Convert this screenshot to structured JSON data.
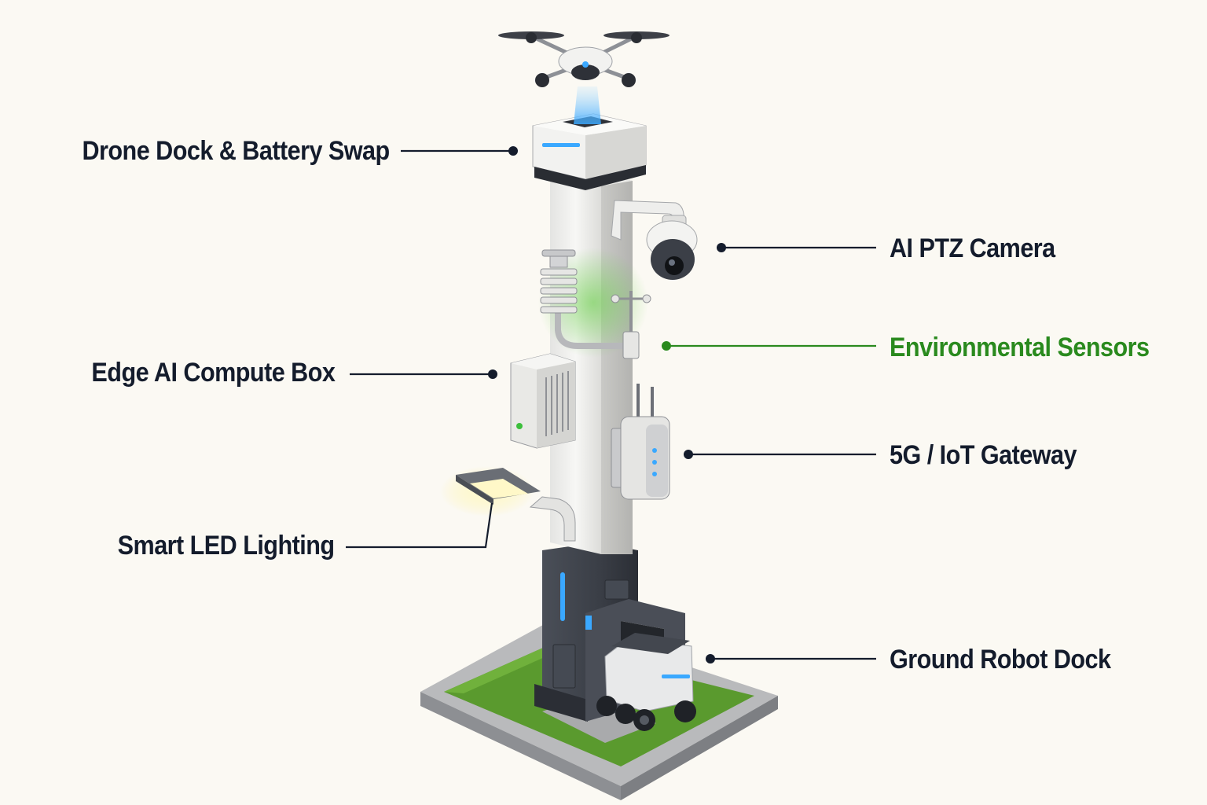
{
  "colors": {
    "background": "#fbf9f3",
    "label_text": "#141c2c",
    "highlight": "#2a8a1e",
    "accent_glow": "#3aa8ff",
    "grass": "#5a9a2e"
  },
  "callouts": {
    "drone_dock": "Drone Dock & Battery Swap",
    "ptz_camera": "AI PTZ Camera",
    "env_sensors": "Environmental Sensors",
    "edge_box": "Edge AI Compute Box",
    "gateway": "5G / IoT Gateway",
    "led_lighting": "Smart LED Lighting",
    "robot_dock": "Ground Robot Dock"
  },
  "highlighted_callout": "env_sensors",
  "icons": [
    "drone-icon",
    "ptz-camera-icon",
    "weather-station-icon",
    "compute-box-icon",
    "gateway-icon",
    "street-lamp-icon",
    "delivery-robot-icon"
  ]
}
